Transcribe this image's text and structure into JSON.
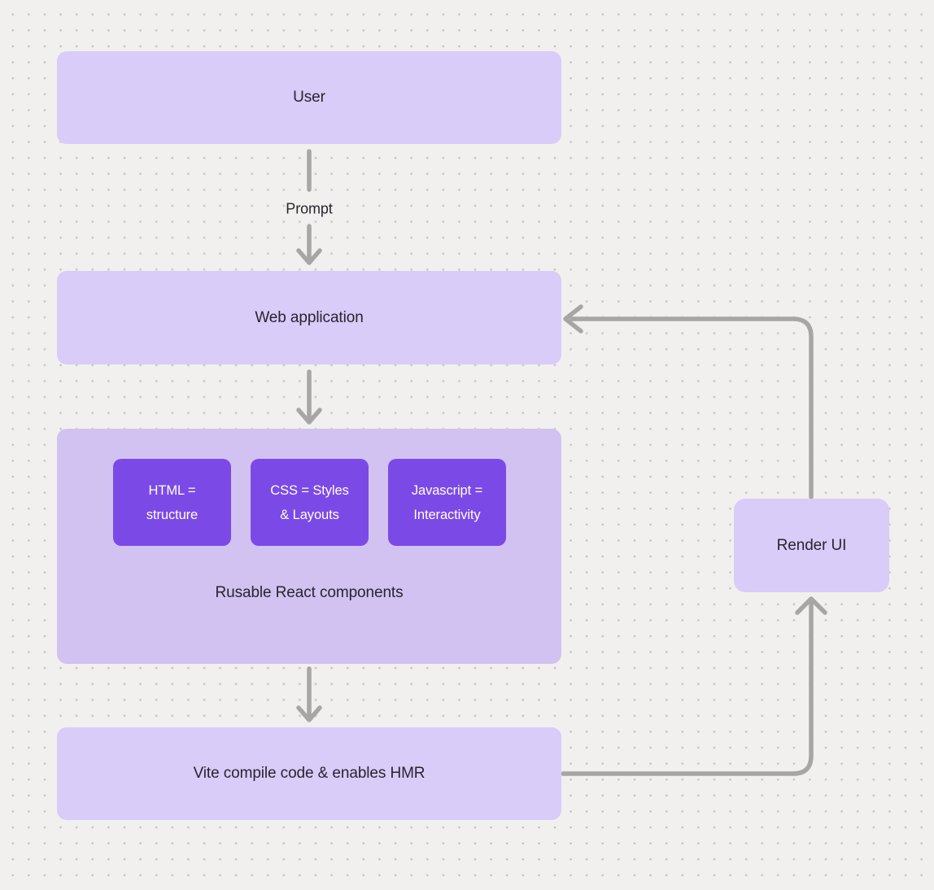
{
  "diagram": {
    "title_context": "React + Vite development flow diagram",
    "colors": {
      "background": "#f1f0ee",
      "dot_grid": "#c6c5c3",
      "node_light_purple": "#d9ccf8",
      "group_purple": "#d2c2f1",
      "node_strong_purple": "#7b4ae6",
      "arrow_gray": "#a7a6a4",
      "text_dark": "#272530",
      "text_light": "#ffffff"
    },
    "nodes": {
      "user": {
        "label": "User"
      },
      "web_application": {
        "label": "Web application"
      },
      "vite": {
        "label": "Vite compile code & enables HMR"
      },
      "render_ui": {
        "label": "Render UI"
      },
      "components_group": {
        "caption": "Rusable React components",
        "items": [
          {
            "line1": "HTML =",
            "line2": "structure"
          },
          {
            "line1": "CSS = Styles",
            "line2": "& Layouts"
          },
          {
            "line1": "Javascript =",
            "line2": "Interactivity"
          }
        ]
      }
    },
    "edges": {
      "user_to_webapp": {
        "label": "Prompt"
      },
      "webapp_to_components": {
        "label": ""
      },
      "components_to_vite": {
        "label": ""
      },
      "vite_to_render": {
        "label": ""
      },
      "render_to_webapp": {
        "label": ""
      }
    }
  }
}
